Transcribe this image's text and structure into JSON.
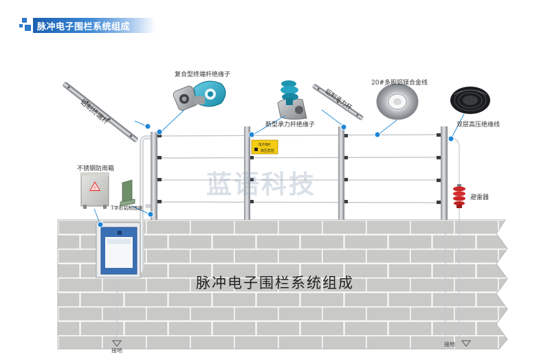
{
  "header": {
    "title": "脉冲电子围栏系统组成"
  },
  "labels": {
    "aluminum_terminal_pole": "铝制终端杆",
    "composite_terminal_insulator": "复合型终端杆绝缘子",
    "new_bearing_insulator": "新型承力杆绝缘子",
    "aluminum_bearing_pole": "铝制承力杆",
    "alloy_wire": "20#多股铝镁合金线",
    "hv_cable": "双层高压绝缘线",
    "stainless_box": "不锈钢防雨箱",
    "t_bracket": "T字形铝制底座",
    "lightning_arrester": "避雷器",
    "ground_left": "接地",
    "ground_right": "接地"
  },
  "sign": {
    "line1": "电子围栏",
    "line2": "高压危险"
  },
  "watermark": "蓝语科技",
  "wall_title": "脉冲电子围栏系统组成",
  "colors": {
    "accent": "#1b5fb0",
    "dot": "#1d86d8",
    "wall": "#c9c9c7",
    "brick_line": "#ffffff"
  }
}
